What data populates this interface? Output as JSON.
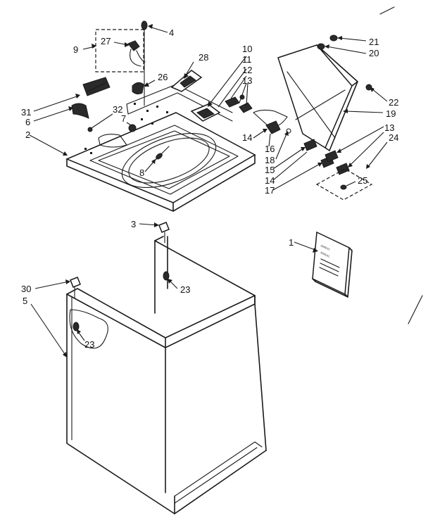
{
  "labels": {
    "p1": "1",
    "p2": "2",
    "p3": "3",
    "p4": "4",
    "p5": "5",
    "p6": "6",
    "p7": "7",
    "p8": "8",
    "p9": "9",
    "p10": "10",
    "p11": "11",
    "p12": "12",
    "p13a": "13",
    "p13b": "13",
    "p14a": "14",
    "p14b": "14",
    "p15": "15",
    "p16": "16",
    "p17": "17",
    "p18": "18",
    "p19": "19",
    "p20": "20",
    "p21": "21",
    "p22": "22",
    "p23a": "23",
    "p23b": "23",
    "p24": "24",
    "p25": "25",
    "p26": "26",
    "p27": "27",
    "p28": "28",
    "p30": "30",
    "p31": "31",
    "p32": "32"
  }
}
